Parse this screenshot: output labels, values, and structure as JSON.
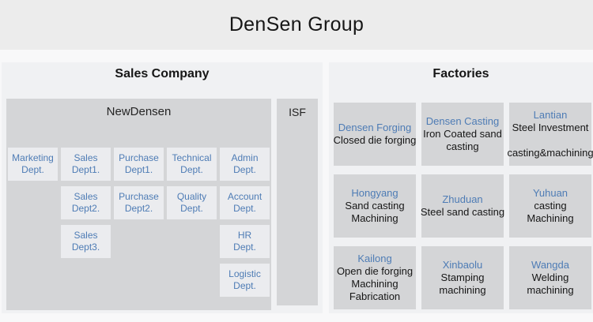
{
  "header": {
    "title": "DenSen Group"
  },
  "colors": {
    "accent_blue": "#4e7cb5",
    "box_gray": "#d4d5d7",
    "dept_box_gray": "#ebecef",
    "panel_gray": "#f0f1f3",
    "header_band": "#ececec"
  },
  "sales": {
    "title": "Sales Company",
    "company_label": "NewDensen",
    "isf_label": "ISF",
    "departments": [
      {
        "label": "Marketing\nDept.",
        "row": 1,
        "col": 1
      },
      {
        "label": "Sales\nDept1.",
        "row": 1,
        "col": 2
      },
      {
        "label": "Purchase\nDept1.",
        "row": 1,
        "col": 3
      },
      {
        "label": "Technical\nDept.",
        "row": 1,
        "col": 4
      },
      {
        "label": "Admin\nDept.",
        "row": 1,
        "col": 5
      },
      {
        "label": "Sales\nDept2.",
        "row": 2,
        "col": 2
      },
      {
        "label": "Purchase\nDept2.",
        "row": 2,
        "col": 3
      },
      {
        "label": "Quality\nDept.",
        "row": 2,
        "col": 4
      },
      {
        "label": "Account\nDept.",
        "row": 2,
        "col": 5
      },
      {
        "label": "Sales\nDept3.",
        "row": 3,
        "col": 2
      },
      {
        "label": "HR\nDept.",
        "row": 3,
        "col": 5
      },
      {
        "label": "Logistic\nDept.",
        "row": 4,
        "col": 5
      }
    ]
  },
  "factories": {
    "title": "Factories",
    "items": [
      {
        "name": "Densen Forging",
        "desc": "Closed die forging"
      },
      {
        "name": "Densen Casting",
        "desc": "Iron Coated sand casting"
      },
      {
        "name": "Lantian",
        "desc": "Steel Investment\n\ncasting&machining"
      },
      {
        "name": "Hongyang",
        "desc": "Sand casting\nMachining"
      },
      {
        "name": "Zhuduan",
        "desc": "Steel sand casting"
      },
      {
        "name": "Yuhuan",
        "desc": "casting\nMachining"
      },
      {
        "name": "Kailong",
        "desc": "Open die forging\nMachining\nFabrication"
      },
      {
        "name": "Xinbaolu",
        "desc": "Stamping\nmachining"
      },
      {
        "name": "Wangda",
        "desc": "Welding\nmachining"
      }
    ]
  }
}
